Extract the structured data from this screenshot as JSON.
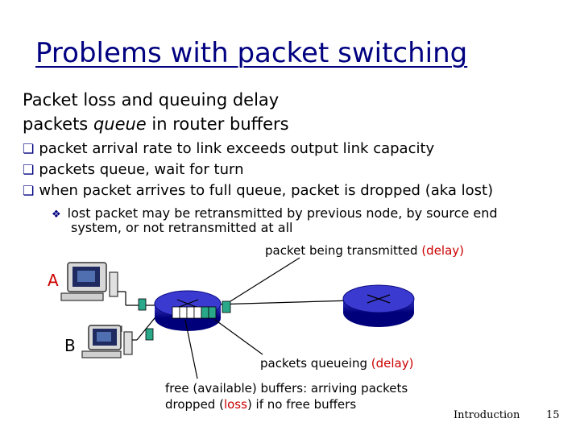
{
  "title": "Problems with packet switching",
  "subtitle_1": "Packet loss and queuing delay",
  "subtitle_2": {
    "a": "packets ",
    "b": "queue",
    "c": " in router buffers"
  },
  "bullets": [
    "packet arrival rate to link exceeds output link capacity",
    "packets queue, wait for turn",
    "when packet arrives to full queue, packet is dropped (aka lost)"
  ],
  "sub_bullet": {
    "line_1": "lost packet may be retransmitted by previous node, by source end",
    "line_2": "system, or not retransmitted at all"
  },
  "labels": {
    "transmitted": "packet being transmitted ",
    "transmitted_paren": "(delay)",
    "queueing": "packets queueing ",
    "queueing_paren": "(delay)",
    "free_1": "free (available) buffers: arriving packets",
    "free_2a": "dropped (",
    "free_2b": "loss",
    "free_2c": ") if no free buffers"
  },
  "hosts": {
    "a": "A",
    "b": "B"
  },
  "footer": {
    "left": "Introduction",
    "right": "15"
  },
  "colors": {
    "title": "#000080",
    "bullet": "#000080",
    "emphasis": "#cc0000",
    "router": "#0000a0",
    "packet": "#2aa88a"
  }
}
